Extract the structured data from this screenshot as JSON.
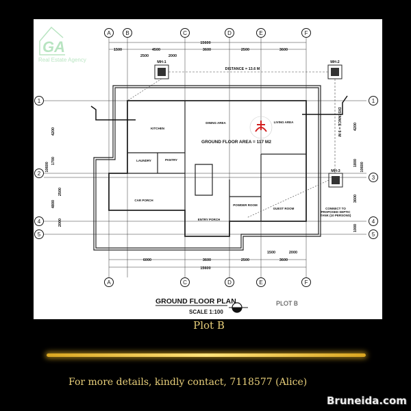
{
  "logo": {
    "initials": "GA",
    "name": "Real Estate Agency",
    "color": "#7fcf8f"
  },
  "plan": {
    "title": "GROUND FLOOR PLAN",
    "scale": "SCALE 1:100",
    "plot_label": "PLOT B",
    "area": "GROUND FLOOR AREA = 117 M2",
    "grid_columns": [
      "A",
      "B",
      "C",
      "D",
      "E",
      "F"
    ],
    "grid_rows": [
      "1",
      "2",
      "3",
      "4",
      "5"
    ],
    "dims_top": {
      "overall": "15600",
      "row1": [
        "1500",
        "4500",
        "3600",
        "2500",
        "3600"
      ],
      "row2": [
        "2500",
        "2000"
      ]
    },
    "dims_bottom": {
      "overall": "15600",
      "row1": [
        "6000",
        "3600",
        "2500",
        "3600"
      ],
      "row2": [
        "1500",
        "2000"
      ]
    },
    "dims_left": {
      "overall": "10600",
      "parts": [
        "4200",
        "1700",
        "2500",
        "4800",
        "2000"
      ]
    },
    "dims_right": {
      "overall": "10600",
      "parts": [
        "4200",
        "1800",
        "3600",
        "1000"
      ]
    },
    "manholes": [
      "MH-1",
      "MH-2",
      "MH-3"
    ],
    "distance_horizontal": "DISTANCE = 13.6 M",
    "distance_vertical": "DISTANCE = 9 M",
    "rooms": [
      "KITCHEN",
      "DINING AREA",
      "LIVING AREA",
      "LAUNDRY",
      "PANTRY",
      "CAR PORCH",
      "ENTRY PORCH",
      "POWDER ROOM",
      "GUEST ROOM"
    ],
    "septic_note": "CONNECT TO PROPOSED SEPTIC TANK (10 PERSONS)"
  },
  "caption": "Plot B",
  "contact": "For more details, kindly contact, 7118577 (Alice)",
  "watermark": "Bruneida.com",
  "colors": {
    "background": "#000000",
    "gold": "#e8cf7a",
    "emblem": "#d21f1f"
  }
}
